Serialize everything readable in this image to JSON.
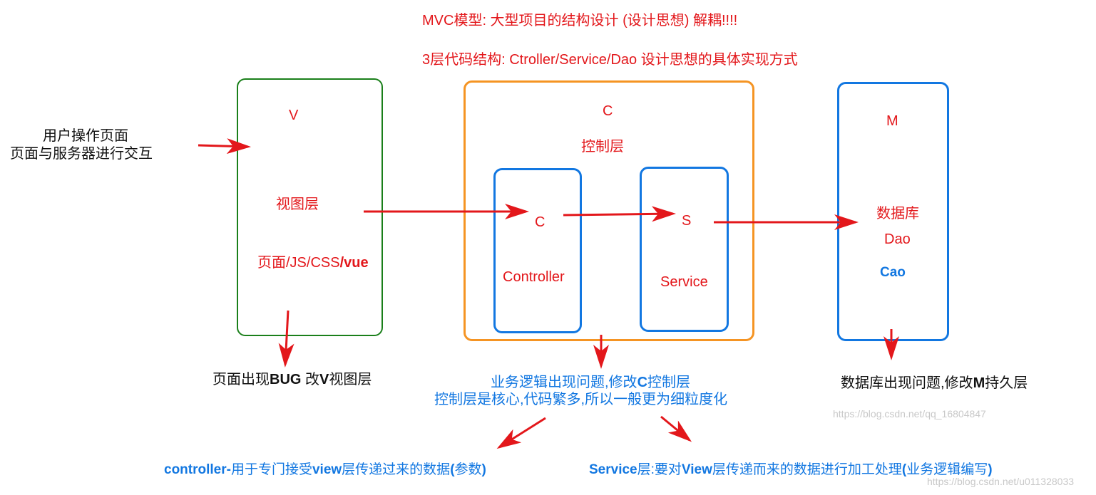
{
  "header": {
    "line1": "MVC模型: 大型项目的结构设计    (设计思想) 解耦!!!!",
    "line2": "3层代码结构: Ctroller/Service/Dao  设计思想的具体实现方式"
  },
  "user_action": {
    "line1": "用户操作页面",
    "line2": "页面与服务器进行交互"
  },
  "view_box": {
    "letter": "V",
    "name": "视图层",
    "tech_plain": "页面/JS/CSS",
    "tech_bold": "/vue"
  },
  "controller_box": {
    "letter": "C",
    "name": "控制层",
    "inner_controller": {
      "letter": "C",
      "name": "Controller"
    },
    "inner_service": {
      "letter": "S",
      "name": "Service"
    }
  },
  "model_box": {
    "letter": "M",
    "name": "数据库",
    "dao": "Dao",
    "cao": "Cao"
  },
  "notes": {
    "view_bug": {
      "pre": "页面出现",
      "bug": "BUG",
      "mid": " 改",
      "v": "V",
      "post": "视图层"
    },
    "controller_bug": {
      "pre": "业务逻辑出现问题,修改",
      "c": "C",
      "post": "控制层"
    },
    "controller_core": "控制层是核心,代码繁多,所以一般更为细粒度化",
    "model_bug": {
      "pre": "数据库出现问题,修改",
      "m": "M",
      "post": "持久层"
    },
    "controller_desc": {
      "a": "controller-",
      "b": "用于专门接受",
      "c": "view",
      "d": "层传递过来的数据",
      "e": "(",
      "f": "参数",
      "g": ")"
    },
    "service_desc": {
      "a": "Service",
      "b": "层:要对",
      "c": "View",
      "d": "层传递而来的数据进行加工处理",
      "e": "(",
      "f": "业务逻辑编写",
      "g": ")"
    }
  },
  "watermarks": {
    "mid": "https://blog.csdn.net/qq_16804847",
    "bottom": "https://blog.csdn.net/u011328033"
  },
  "colors": {
    "red": "#e3171b",
    "blue": "#1277e1",
    "green": "#1a7f1a",
    "orange": "#f59423"
  }
}
